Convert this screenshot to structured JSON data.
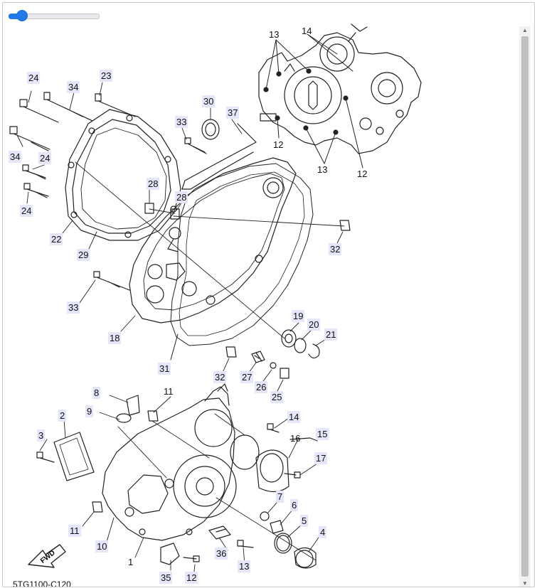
{
  "viewer": {
    "zoom_fraction": 0.1,
    "scroll_up_glyph": "▲",
    "scroll_down_glyph": "▼",
    "accent_color": "#1f7ae8"
  },
  "diagram": {
    "catalog_code": "5TG1100-C120",
    "fwd_label": "FWD",
    "callouts": {
      "c24a": "24",
      "c23": "23",
      "c34a": "34",
      "c30": "30",
      "c37": "37",
      "c33a": "33",
      "c34b": "34",
      "c24b": "24",
      "c24c": "24",
      "c28a": "28",
      "c28b": "28",
      "c22": "22",
      "c29": "29",
      "c13a": "13",
      "c14a": "14",
      "c12a": "12",
      "c13b": "13",
      "c12b": "12",
      "c32a": "32",
      "c33b": "33",
      "c18": "18",
      "c19": "19",
      "c20": "20",
      "c21": "21",
      "c31": "31",
      "c32b": "32",
      "c27": "27",
      "c26": "26",
      "c25": "25",
      "c8": "8",
      "c9": "9",
      "c11a": "11",
      "c2": "2",
      "c3": "3",
      "c14b": "14",
      "c16": "16",
      "c15": "15",
      "c17": "17",
      "c7": "7",
      "c6": "6",
      "c5": "5",
      "c4": "4",
      "c11b": "11",
      "c10": "10",
      "c1": "1",
      "c36": "36",
      "c13c": "13",
      "c35": "35",
      "c12c": "12"
    }
  }
}
